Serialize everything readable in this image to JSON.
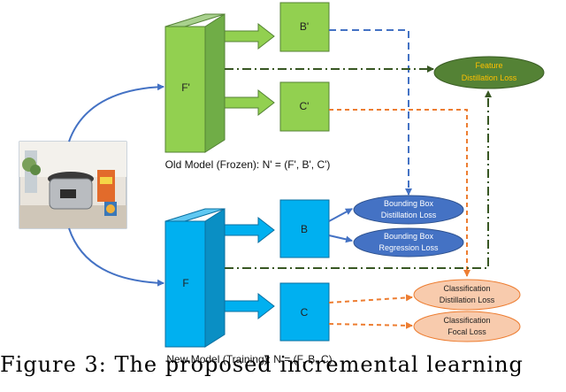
{
  "old_model": {
    "feature_label": "F'",
    "box_head_label": "B'",
    "class_head_label": "C'",
    "caption": "Old Model (Frozen): N' = (F', B', C')"
  },
  "new_model": {
    "feature_label": "F",
    "box_head_label": "B",
    "class_head_label": "C",
    "caption": "New Model (Training): N = (F, B, C)"
  },
  "losses": {
    "feature_distillation": [
      "Feature",
      "Distillation Loss"
    ],
    "bbox_distillation": [
      "Bounding Box",
      "Distillation Loss"
    ],
    "bbox_regression": [
      "Bounding Box",
      "Regression Loss"
    ],
    "class_distillation": [
      "Classification",
      "Distillation Loss"
    ],
    "class_focal": [
      "Classification",
      "Focal Loss"
    ]
  },
  "figure_caption": "Figure 3:  The proposed incremental learning",
  "colors": {
    "green_fill": "#92d050",
    "green_dark": "#70ad47",
    "blue_fill": "#00b0f0",
    "blue_dark": "#0a8fc4",
    "loss_blue": "#4472c4",
    "loss_green": "#548235",
    "loss_orange": "#f8cbad",
    "orange_line": "#ed7d31",
    "dashdot": "#385723",
    "feature_text": "#ffc000"
  }
}
